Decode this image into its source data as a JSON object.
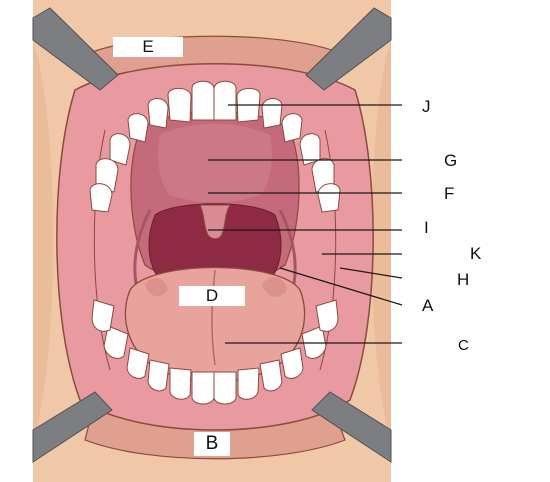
{
  "labels": {
    "A": "A",
    "B": "B",
    "C": "C",
    "D": "D",
    "E": "E",
    "F": "F",
    "G": "G",
    "H": "H",
    "I": "I",
    "J": "J",
    "K": "K"
  },
  "colors": {
    "skin": "#f0c8a8",
    "skin_shadow": "#e6b491",
    "lip": "#d8928a",
    "gum": "#e89aa0",
    "palate": "#c46a7a",
    "throat": "#8e2a44",
    "tongue": "#e7a39c",
    "tooth": "#ffffff",
    "retractor": "#7c7e82",
    "outline": "#8b4a3c",
    "leader_line": "#1a1a1a"
  }
}
